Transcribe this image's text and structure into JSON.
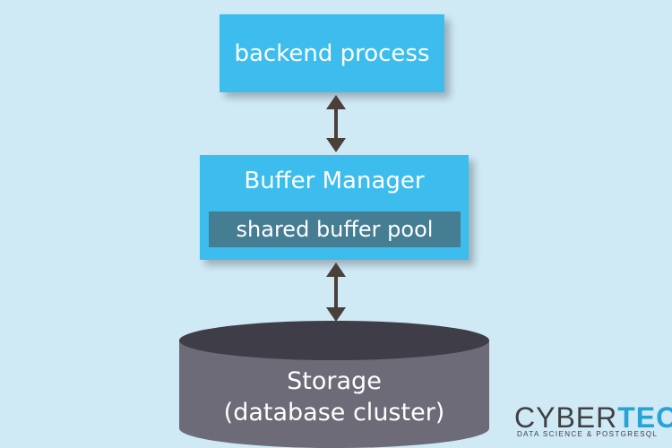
{
  "diagram": {
    "backend_process": "backend process",
    "buffer_manager": "Buffer Manager",
    "shared_buffer_pool": "shared buffer pool",
    "storage_line1": "Storage",
    "storage_line2": "(database cluster)"
  },
  "logo": {
    "brand_part1": "CYBER",
    "brand_part2": "TEC",
    "tagline": "DATA SCIENCE & POSTGRESQL"
  },
  "colors": {
    "background": "#cfe9f5",
    "box_blue": "#3cbdee",
    "pool_dark": "#457d93",
    "storage_side": "#6e6b78",
    "storage_top": "#3f3d47",
    "arrow": "#4a3f3b",
    "logo_accent": "#27a3d6"
  },
  "icons": {
    "connector_top": "double-arrow-icon",
    "connector_bottom": "double-arrow-icon",
    "storage_shape": "database-cylinder-icon"
  }
}
